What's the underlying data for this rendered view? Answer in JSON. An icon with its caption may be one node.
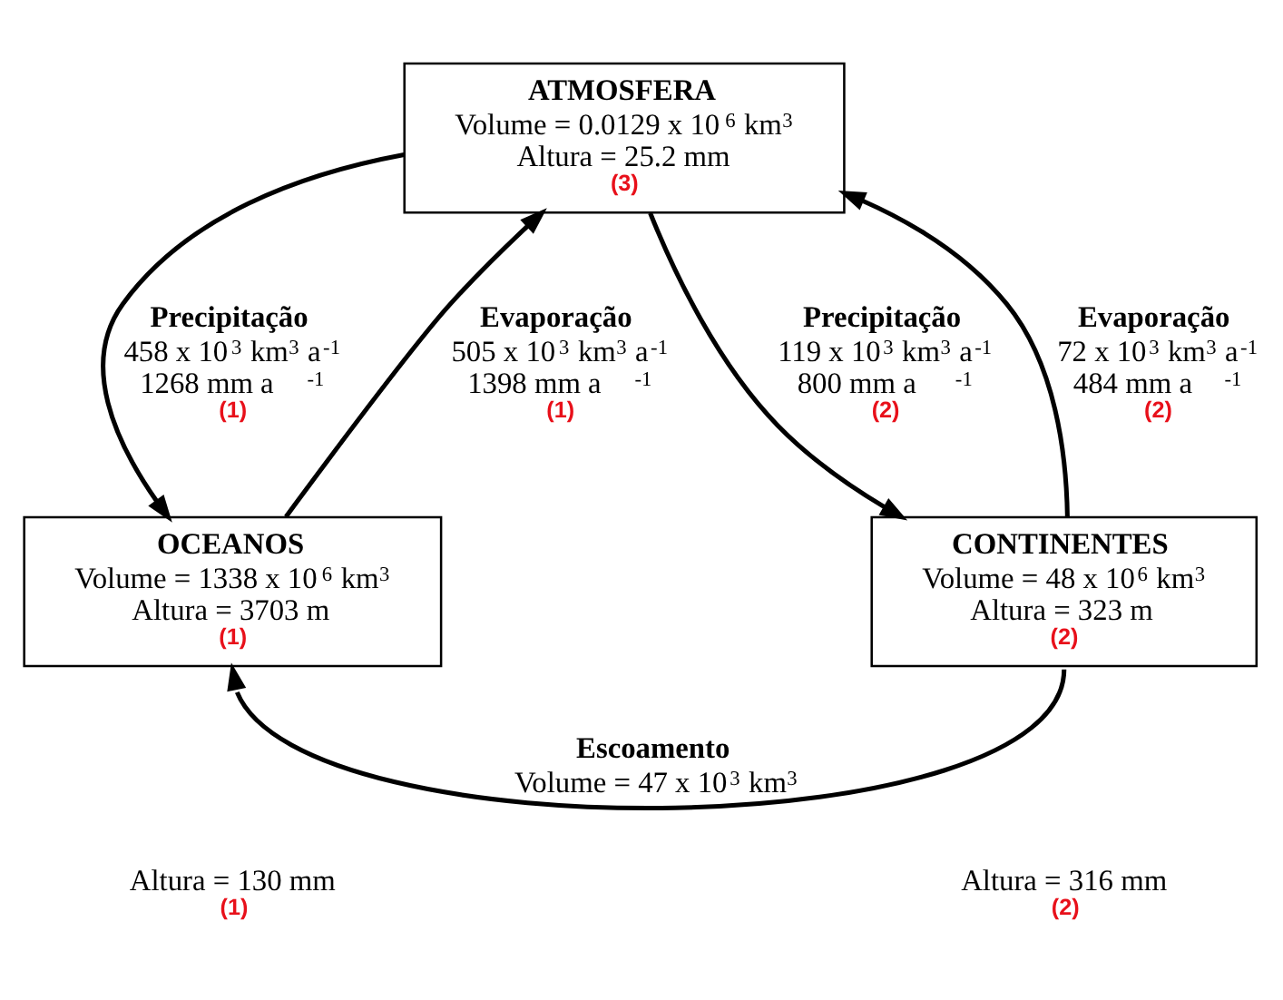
{
  "diagram": {
    "nodes": [
      {
        "text": [
          "ATMOSFERA",
          "Volume = 0.0129 x 10$^{6}$ km$^{3}$",
          "Altura = 25.2 mm",
          "(3)"
        ]
      },
      {
        "text": [
          "OCEANOS",
          "Volume = 1338 x 10$^{6}$ km$^{3}$",
          "Altura = 3703 m",
          "(1)"
        ]
      },
      {
        "text": [
          "CONTINENTES",
          "Volume = 48 x 10$^{6}$ km$^{3}$",
          "Altura = 323 m",
          "(2)"
        ]
      }
    ],
    "edges": [
      {
        "from": 0,
        "to": 1,
        "arrow": "to",
        "label": "Precipitação 458 x 10$^{3}$ km$^{3}$ a$^{-1}$ 1268 mm a$^{-1}$ (1)"
      },
      {
        "from": 1,
        "to": 0,
        "arrow": "to",
        "label": "Evaporação 505 x 10$^{3}$ km$^{3}$ a$^{-1}$ 1398 mm a$^{-1}$ (1)"
      },
      {
        "from": 0,
        "to": 2,
        "arrow": "to",
        "label": "Precipitação 119 x 10$^{3}$ km$^{3}$ a$^{-1}$ 800 mm a$^{-1}$ (2)"
      },
      {
        "from": 2,
        "to": 0,
        "arrow": "to",
        "label": "Evaporação 72 x 10$^{3}$ km$^{3}$ a$^{-1}$ 484 mm a$^{-1}$ (2)"
      },
      {
        "from": 2,
        "to": 1,
        "arrow": "to",
        "label": "Escoamento Volume = 47 x 10$^{3}$ km$^{3}$"
      }
    ],
    "labels": [
      "Altura = 130 mm",
      "(1)",
      "Altura = 316 mm",
      "(2)"
    ]
  }
}
